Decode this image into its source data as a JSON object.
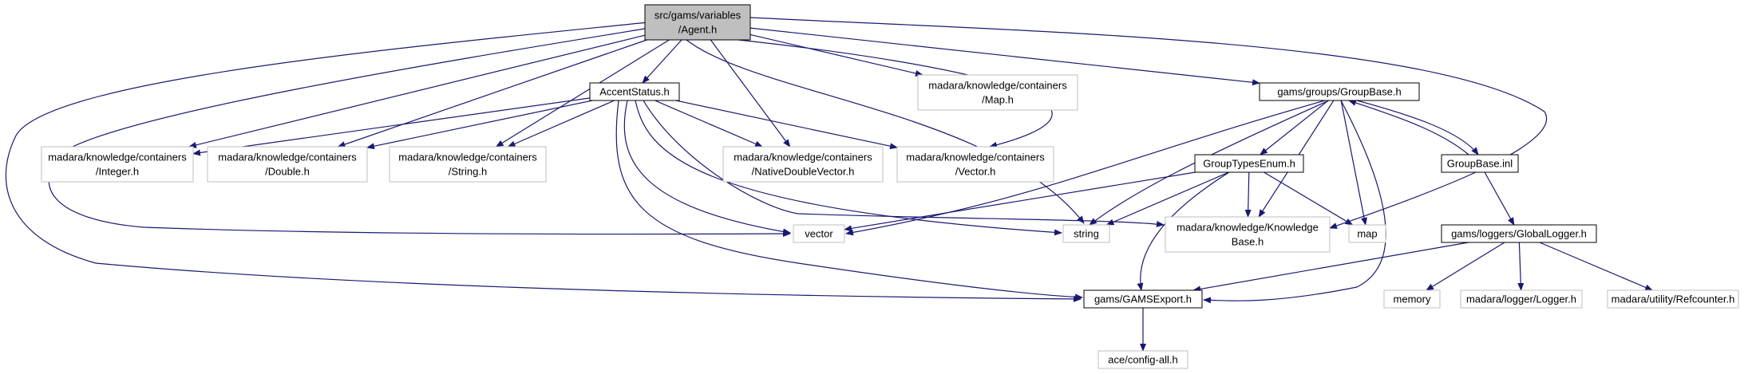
{
  "colors": {
    "edge": "#191970",
    "node_focus_fill": "#bfbfbf",
    "node_border_dark": "#000000",
    "node_border_light": "#bfbfbf",
    "node_fill": "#ffffff",
    "text": "#000000"
  },
  "nodes": [
    {
      "id": "agent",
      "lines": [
        "src/gams/variables",
        "/Agent.h"
      ],
      "style": "focus"
    },
    {
      "id": "accent_status",
      "lines": [
        "AccentStatus.h"
      ],
      "style": "dark"
    },
    {
      "id": "map_h",
      "lines": [
        "madara/knowledge/containers",
        "/Map.h"
      ],
      "style": "light"
    },
    {
      "id": "group_base_h",
      "lines": [
        "gams/groups/GroupBase.h"
      ],
      "style": "dark"
    },
    {
      "id": "integer_h",
      "lines": [
        "madara/knowledge/containers",
        "/Integer.h"
      ],
      "style": "light"
    },
    {
      "id": "double_h",
      "lines": [
        "madara/knowledge/containers",
        "/Double.h"
      ],
      "style": "light"
    },
    {
      "id": "string_h",
      "lines": [
        "madara/knowledge/containers",
        "/String.h"
      ],
      "style": "light"
    },
    {
      "id": "native_double_vector_h",
      "lines": [
        "madara/knowledge/containers",
        "/NativeDoubleVector.h"
      ],
      "style": "light"
    },
    {
      "id": "vector_h",
      "lines": [
        "madara/knowledge/containers",
        "/Vector.h"
      ],
      "style": "light"
    },
    {
      "id": "group_types_enum_h",
      "lines": [
        "GroupTypesEnum.h"
      ],
      "style": "dark"
    },
    {
      "id": "group_base_inl",
      "lines": [
        "GroupBase.inl"
      ],
      "style": "dark"
    },
    {
      "id": "vector",
      "lines": [
        "vector"
      ],
      "style": "light"
    },
    {
      "id": "string",
      "lines": [
        "string"
      ],
      "style": "light"
    },
    {
      "id": "knowledge_base_h",
      "lines": [
        "madara/knowledge/Knowledge",
        "Base.h"
      ],
      "style": "light"
    },
    {
      "id": "map",
      "lines": [
        "map"
      ],
      "style": "light"
    },
    {
      "id": "global_logger_h",
      "lines": [
        "gams/loggers/GlobalLogger.h"
      ],
      "style": "dark"
    },
    {
      "id": "gams_export_h",
      "lines": [
        "gams/GAMSExport.h"
      ],
      "style": "dark"
    },
    {
      "id": "memory",
      "lines": [
        "memory"
      ],
      "style": "light"
    },
    {
      "id": "logger_h",
      "lines": [
        "madara/logger/Logger.h"
      ],
      "style": "light"
    },
    {
      "id": "refcounter_h",
      "lines": [
        "madara/utility/Refcounter.h"
      ],
      "style": "light"
    },
    {
      "id": "ace_config_all_h",
      "lines": [
        "ace/config-all.h"
      ],
      "style": "light"
    }
  ],
  "edges": [
    [
      "agent",
      "accent_status"
    ],
    [
      "agent",
      "map_h"
    ],
    [
      "agent",
      "group_base_h"
    ],
    [
      "agent",
      "integer_h"
    ],
    [
      "agent",
      "double_h"
    ],
    [
      "agent",
      "string_h"
    ],
    [
      "agent",
      "native_double_vector_h"
    ],
    [
      "agent",
      "vector_h"
    ],
    [
      "agent",
      "vector"
    ],
    [
      "agent",
      "string"
    ],
    [
      "agent",
      "knowledge_base_h"
    ],
    [
      "agent",
      "gams_export_h"
    ],
    [
      "accent_status",
      "integer_h"
    ],
    [
      "accent_status",
      "double_h"
    ],
    [
      "accent_status",
      "string_h"
    ],
    [
      "accent_status",
      "native_double_vector_h"
    ],
    [
      "accent_status",
      "vector_h"
    ],
    [
      "accent_status",
      "vector"
    ],
    [
      "accent_status",
      "string"
    ],
    [
      "accent_status",
      "knowledge_base_h"
    ],
    [
      "accent_status",
      "gams_export_h"
    ],
    [
      "group_base_h",
      "group_types_enum_h"
    ],
    [
      "group_base_h",
      "group_base_inl"
    ],
    [
      "group_base_h",
      "vector"
    ],
    [
      "group_base_h",
      "string"
    ],
    [
      "group_base_h",
      "knowledge_base_h"
    ],
    [
      "group_base_h",
      "map"
    ],
    [
      "group_base_h",
      "gams_export_h"
    ],
    [
      "group_base_inl",
      "group_base_h"
    ],
    [
      "group_base_inl",
      "global_logger_h"
    ],
    [
      "group_types_enum_h",
      "vector"
    ],
    [
      "group_types_enum_h",
      "string"
    ],
    [
      "group_types_enum_h",
      "knowledge_base_h"
    ],
    [
      "group_types_enum_h",
      "map"
    ],
    [
      "group_types_enum_h",
      "gams_export_h"
    ],
    [
      "global_logger_h",
      "gams_export_h"
    ],
    [
      "global_logger_h",
      "memory"
    ],
    [
      "global_logger_h",
      "logger_h"
    ],
    [
      "global_logger_h",
      "refcounter_h"
    ],
    [
      "gams_export_h",
      "ace_config_all_h"
    ]
  ]
}
